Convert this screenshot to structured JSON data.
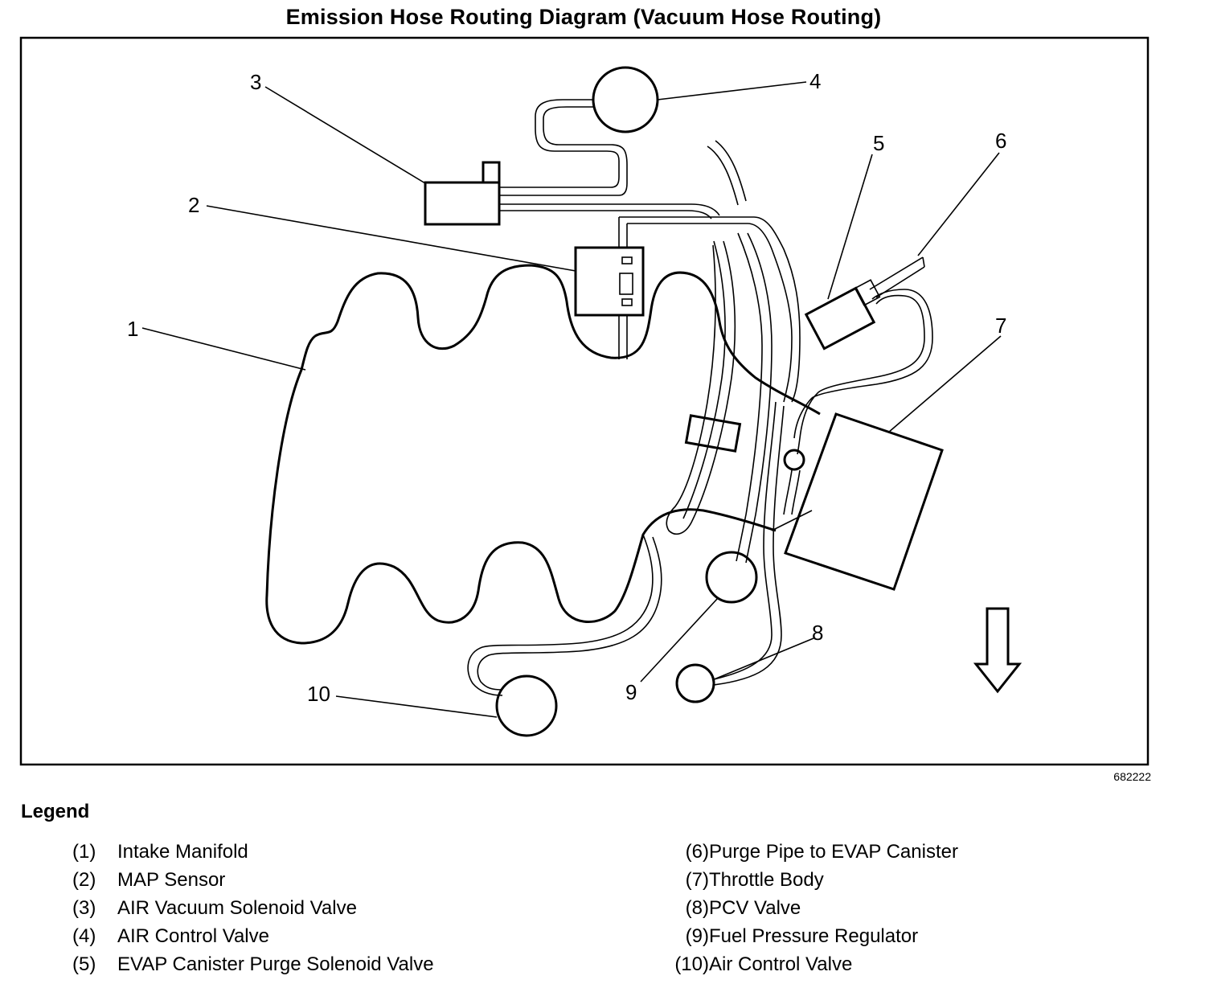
{
  "title": "Emission Hose Routing Diagram (Vacuum Hose Routing)",
  "figure_id": "682222",
  "callouts": [
    "1",
    "2",
    "3",
    "4",
    "5",
    "6",
    "7",
    "8",
    "9",
    "10"
  ],
  "direction_arrow": "down-arrow-icon",
  "legend": {
    "heading": "Legend",
    "items": [
      {
        "num": "(1)",
        "label": "Intake Manifold"
      },
      {
        "num": "(2)",
        "label": "MAP Sensor"
      },
      {
        "num": "(3)",
        "label": "AIR Vacuum Solenoid Valve"
      },
      {
        "num": "(4)",
        "label": "AIR Control Valve"
      },
      {
        "num": "(5)",
        "label": "EVAP Canister Purge Solenoid Valve"
      },
      {
        "num": "(6)",
        "label": "Purge Pipe to EVAP Canister"
      },
      {
        "num": "(7)",
        "label": "Throttle Body"
      },
      {
        "num": "(8)",
        "label": "PCV Valve"
      },
      {
        "num": "(9)",
        "label": "Fuel Pressure Regulator"
      },
      {
        "num": "(10)",
        "label": "Air Control Valve"
      }
    ]
  }
}
